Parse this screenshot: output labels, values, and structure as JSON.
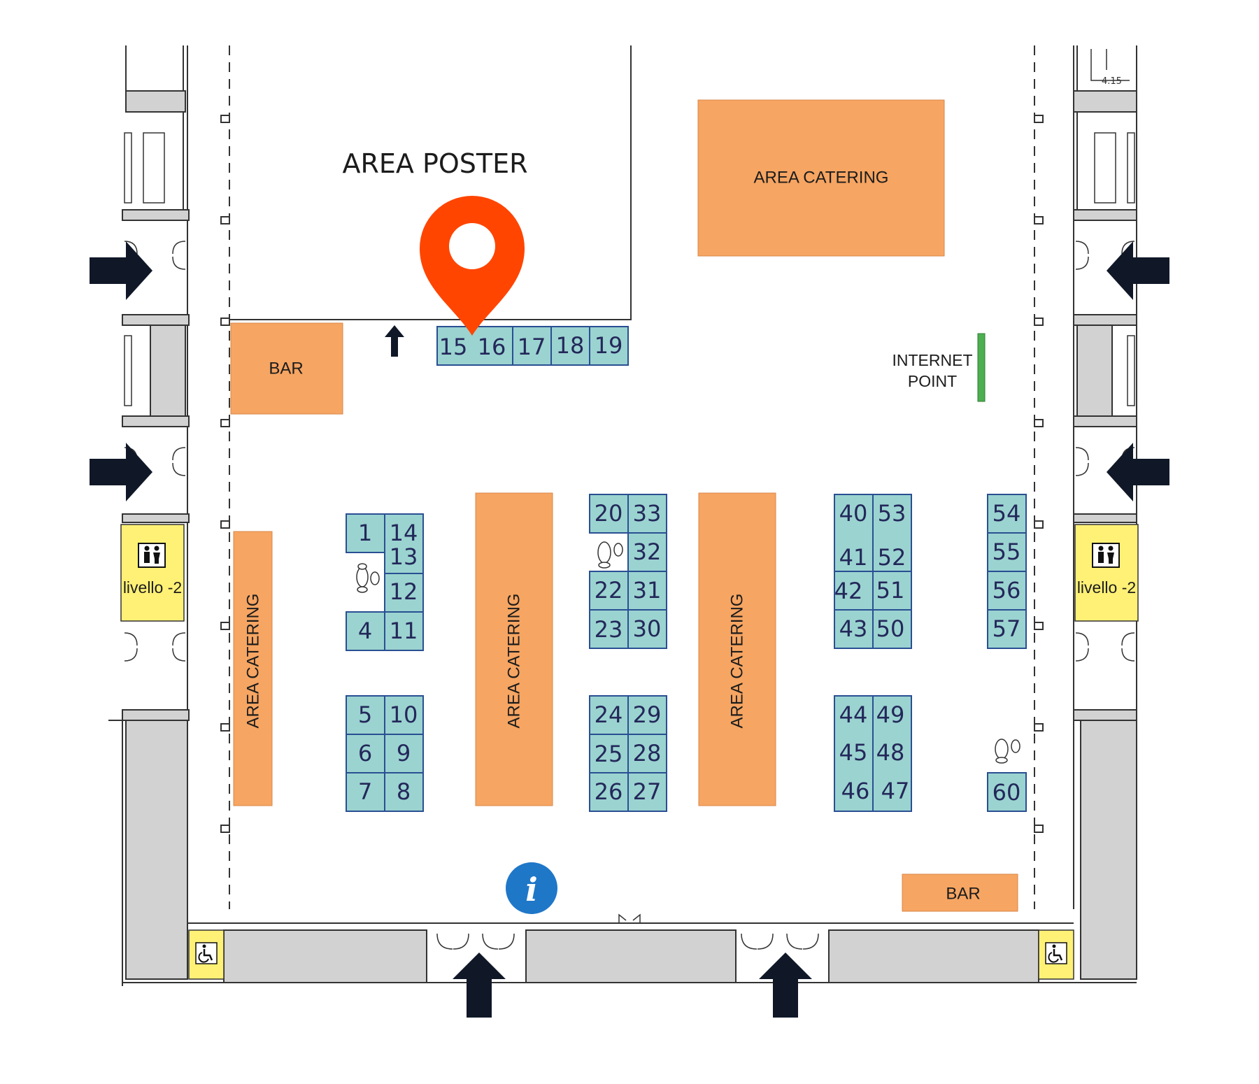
{
  "areas": {
    "poster": "AREA POSTER",
    "catering": "AREA CATERING",
    "bar": "BAR",
    "internet_line1": "INTERNET",
    "internet_line2": "POINT",
    "restroom_level": "livello -2",
    "dimension_note": "4.15"
  },
  "colors": {
    "stand": "#9bd3d0",
    "stand_border": "#2a4f93",
    "catering": "#f6a562",
    "marker": "#ff4500",
    "info": "#1f77c8",
    "internet": "#4caf50",
    "restroom": "#fff176"
  },
  "icons": {
    "location_marker": "location-pin-icon",
    "info": "info-icon",
    "restroom": "restroom-icon",
    "accessible": "wheelchair-icon",
    "entrance": "entrance-arrow-icon",
    "footsteps": "footsteps-icon"
  },
  "info_glyph": "i",
  "stands": [
    {
      "n": "15"
    },
    {
      "n": "16"
    },
    {
      "n": "17"
    },
    {
      "n": "18"
    },
    {
      "n": "19"
    },
    {
      "n": "1"
    },
    {
      "n": "14"
    },
    {
      "n": "13"
    },
    {
      "n": "12"
    },
    {
      "n": "4"
    },
    {
      "n": "11"
    },
    {
      "n": "5"
    },
    {
      "n": "10"
    },
    {
      "n": "6"
    },
    {
      "n": "9"
    },
    {
      "n": "7"
    },
    {
      "n": "8"
    },
    {
      "n": "20"
    },
    {
      "n": "33"
    },
    {
      "n": "32"
    },
    {
      "n": "22"
    },
    {
      "n": "31"
    },
    {
      "n": "23"
    },
    {
      "n": "30"
    },
    {
      "n": "24"
    },
    {
      "n": "29"
    },
    {
      "n": "25"
    },
    {
      "n": "28"
    },
    {
      "n": "26"
    },
    {
      "n": "27"
    },
    {
      "n": "40"
    },
    {
      "n": "53"
    },
    {
      "n": "41"
    },
    {
      "n": "52"
    },
    {
      "n": "42"
    },
    {
      "n": "51"
    },
    {
      "n": "43"
    },
    {
      "n": "50"
    },
    {
      "n": "44"
    },
    {
      "n": "49"
    },
    {
      "n": "45"
    },
    {
      "n": "48"
    },
    {
      "n": "46"
    },
    {
      "n": "47"
    },
    {
      "n": "54"
    },
    {
      "n": "55"
    },
    {
      "n": "56"
    },
    {
      "n": "57"
    },
    {
      "n": "60"
    }
  ]
}
